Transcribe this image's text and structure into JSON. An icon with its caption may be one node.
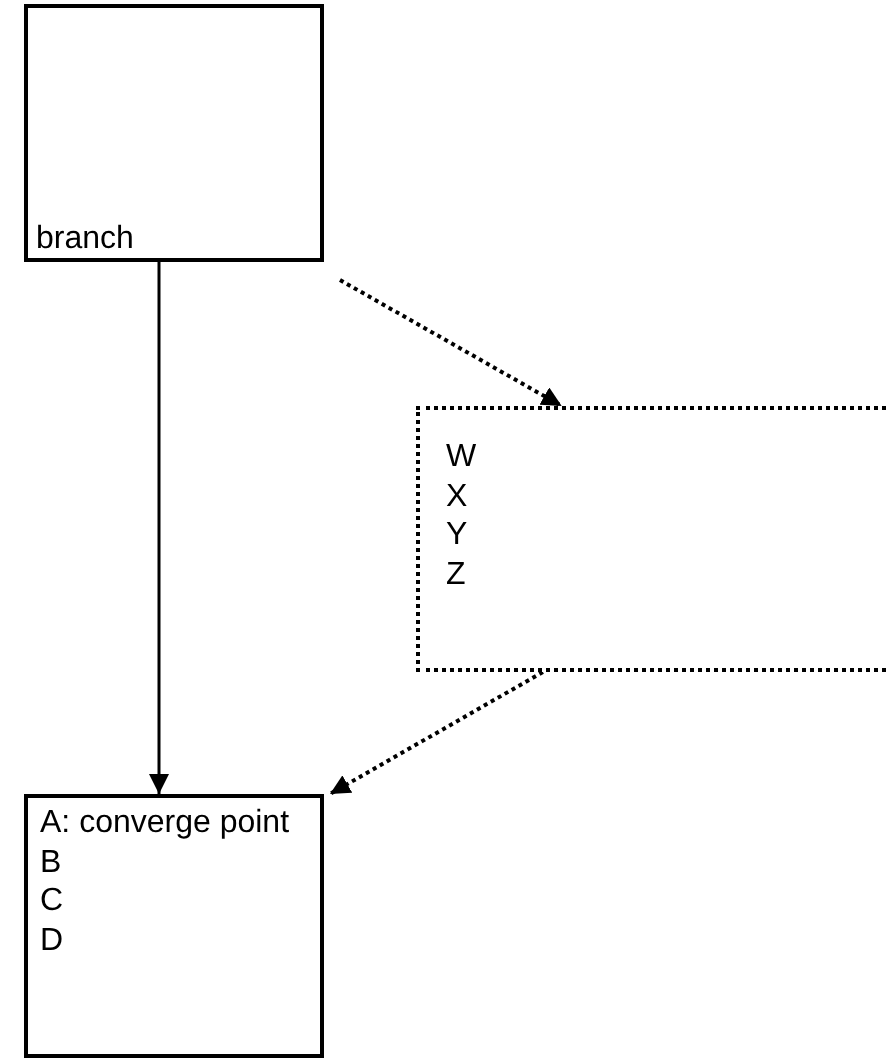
{
  "diagram": {
    "nodes": [
      {
        "text": [
          "branch"
        ]
      },
      {
        "text": [
          "W",
          "X",
          "Y",
          "Z"
        ]
      },
      {
        "text": [
          "A: converge point",
          "B",
          "C",
          "D"
        ]
      }
    ],
    "edges": [
      {
        "from": 0,
        "to": 1,
        "arrow": "to",
        "style": "dashed"
      },
      {
        "from": 0,
        "to": 2,
        "arrow": "to"
      },
      {
        "from": 1,
        "to": 2,
        "arrow": "to",
        "style": "dashed"
      }
    ]
  }
}
